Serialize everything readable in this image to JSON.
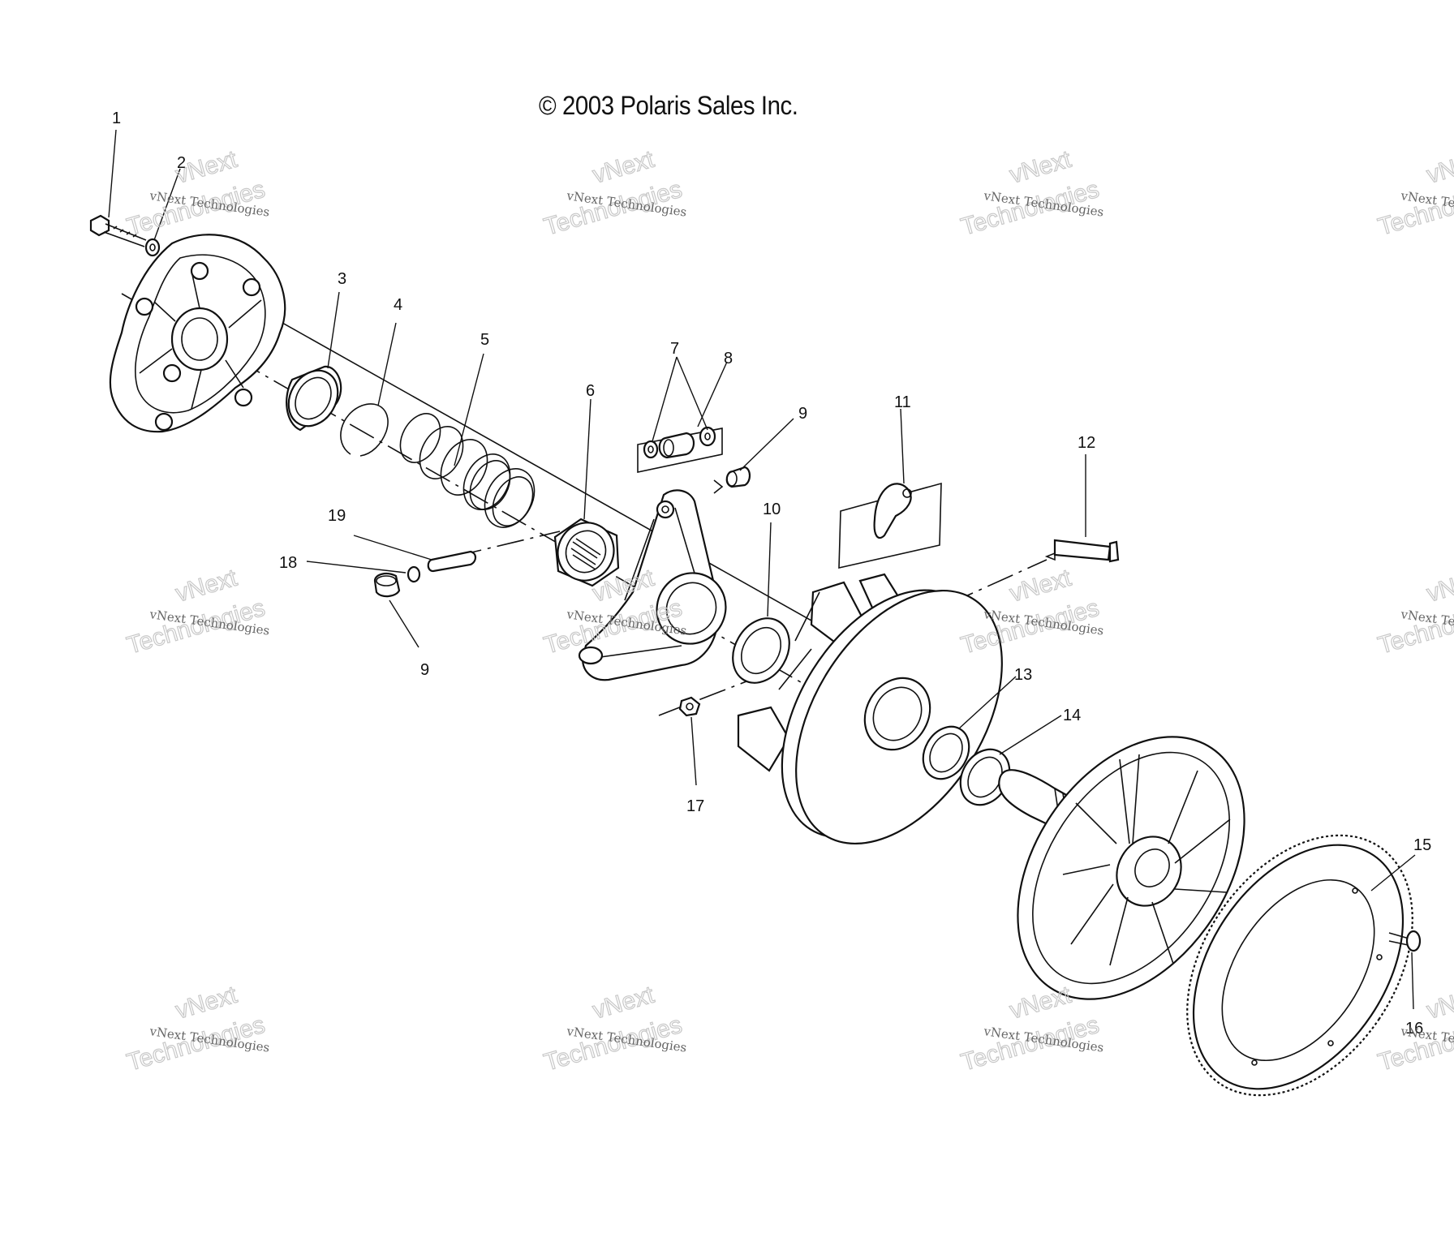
{
  "copyright": "© 2003 Polaris Sales Inc.",
  "watermark": {
    "company": "vNext Technologies",
    "line_a": "vNext",
    "line_b": "Technologies"
  },
  "callouts": [
    "1",
    "2",
    "3",
    "4",
    "5",
    "6",
    "7",
    "8",
    "9",
    "9",
    "10",
    "11",
    "12",
    "13",
    "14",
    "15",
    "16",
    "17",
    "18",
    "19"
  ]
}
